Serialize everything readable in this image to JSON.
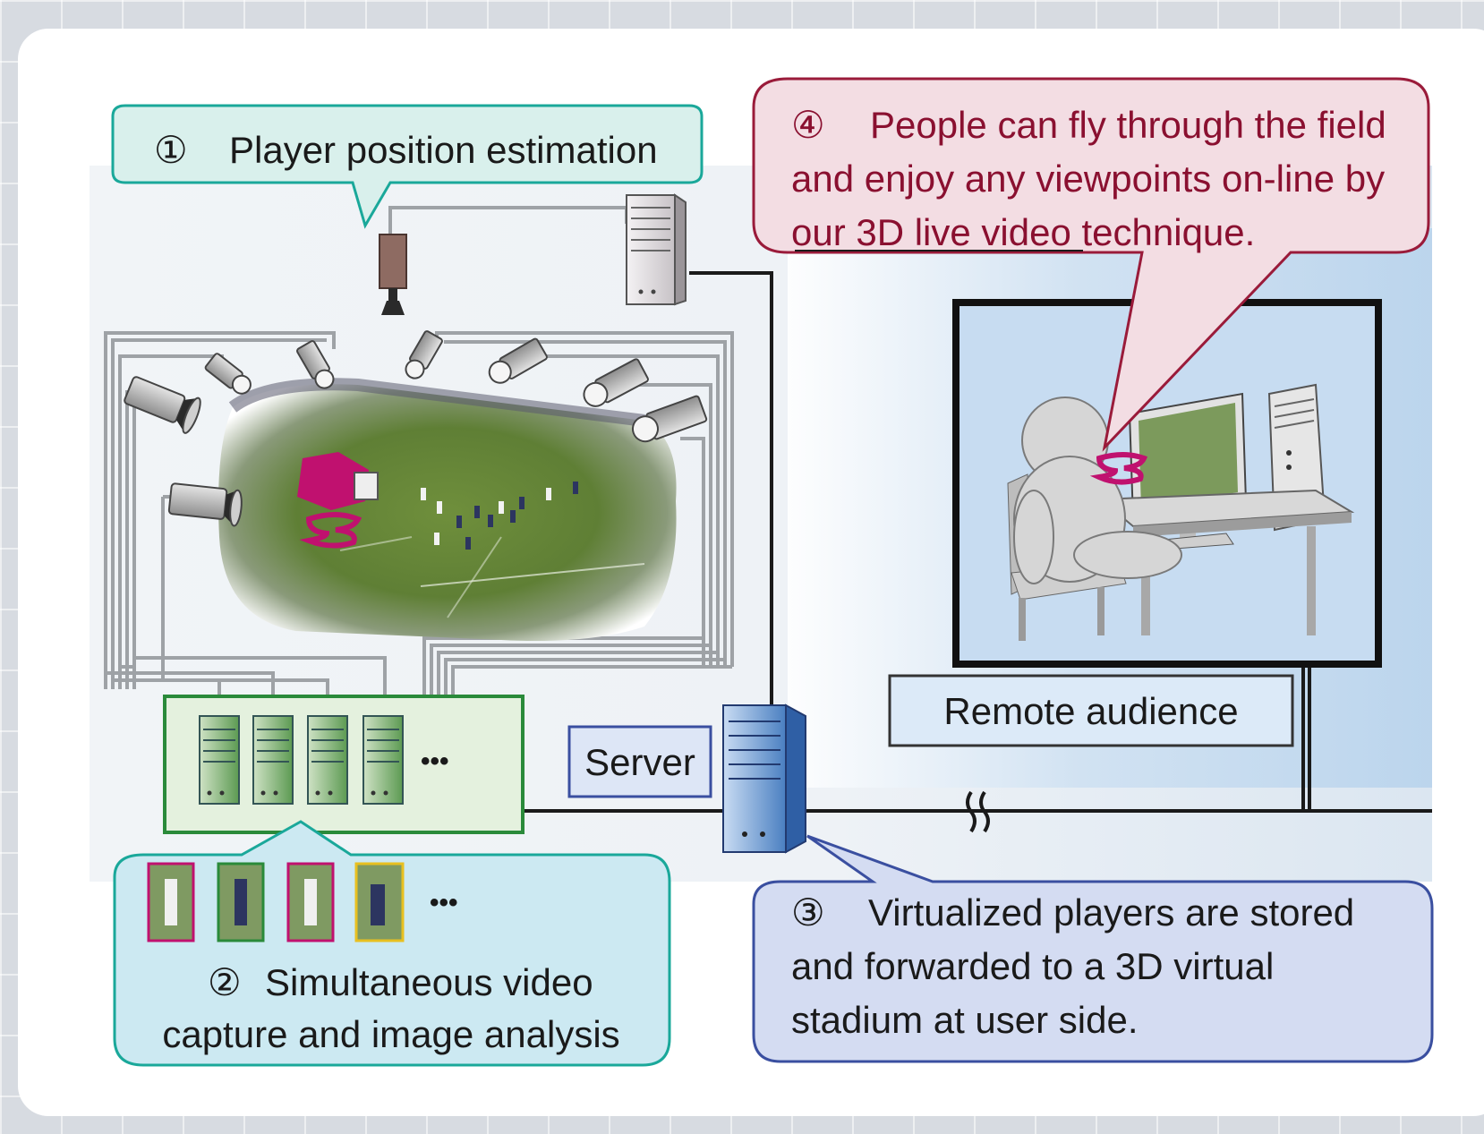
{
  "callouts": {
    "c1": {
      "number": "①",
      "text": "Player position estimation"
    },
    "c2": {
      "number": "②",
      "line1": "Simultaneous video",
      "line2": "capture and image analysis"
    },
    "c3": {
      "number": "③",
      "line1": "Virtualized players are stored",
      "line2": "and forwarded to a 3D virtual",
      "line3": "stadium at user side."
    },
    "c4": {
      "number": "④",
      "line1": "People can fly through the field",
      "line2": "and enjoy any viewpoints on-line by",
      "line3": "our 3D live video technique."
    }
  },
  "labels": {
    "server": "Server",
    "remote_audience": "Remote audience",
    "ellipsis": "•••"
  },
  "colors": {
    "teal": "#1aa89a",
    "teal_fill": "#d9f0ec",
    "crimson": "#9a1b3a",
    "crimson_fill": "#f3dde3",
    "navy": "#3a4fa0",
    "navy_fill": "#d4dcf2",
    "magenta": "#c0116f",
    "green_box": "#2a8a3a"
  }
}
